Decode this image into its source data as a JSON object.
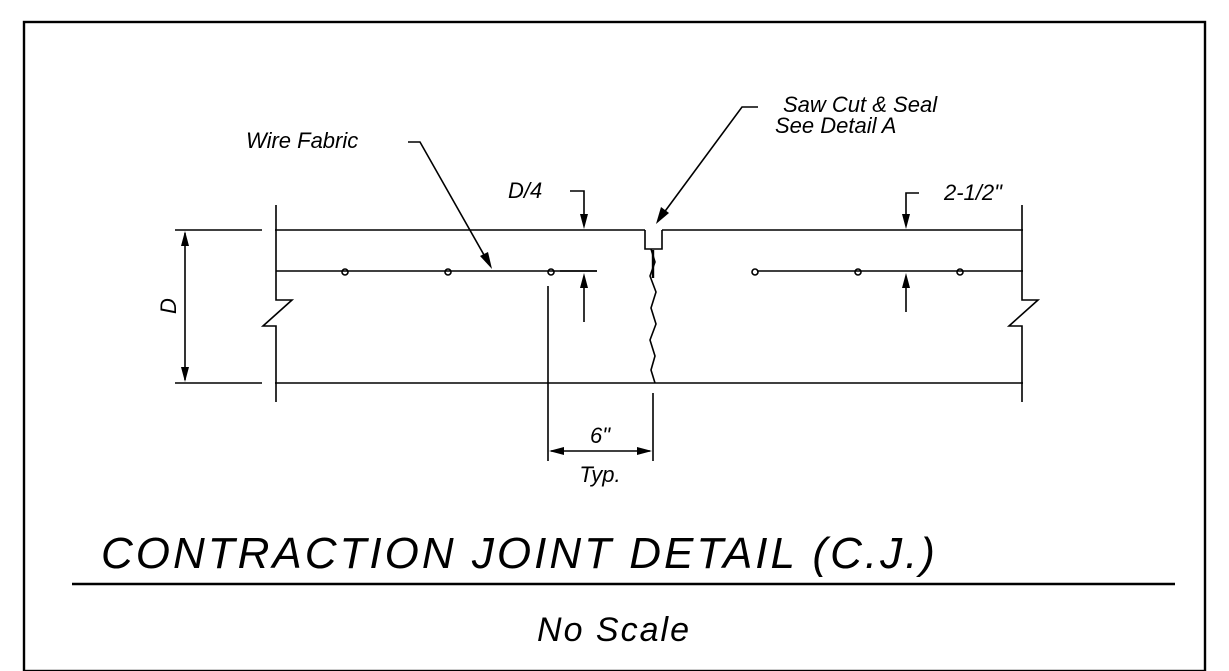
{
  "title": "CONTRACTION JOINT DETAIL (C.J.)",
  "scale_note": "No Scale",
  "callouts": {
    "wire_fabric": "Wire Fabric",
    "saw_cut_line1": "Saw Cut & Seal",
    "saw_cut_line2": "See Detail A",
    "quarter_depth": "D/4",
    "top_cover": "2-1/2\"",
    "depth": "D",
    "spacing": "6\"",
    "typical": "Typ."
  }
}
